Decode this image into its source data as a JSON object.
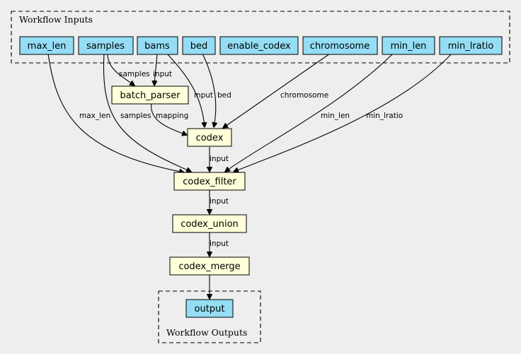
{
  "clusters": {
    "inputs_title": "Workflow Inputs",
    "outputs_title": "Workflow Outputs"
  },
  "colors": {
    "background": "#eeeeee",
    "input_fill": "#94ddf4",
    "step_fill": "#ffffd9",
    "output_fill": "#94ddf4"
  },
  "nodes": {
    "max_len": "max_len",
    "samples": "samples",
    "bams": "bams",
    "bed": "bed",
    "enable_codex": "enable_codex",
    "chromosome": "chromosome",
    "min_len": "min_len",
    "min_lratio": "min_lratio",
    "batch_parser": "batch_parser",
    "codex": "codex",
    "codex_filter": "codex_filter",
    "codex_union": "codex_union",
    "codex_merge": "codex_merge",
    "output": "output"
  },
  "edge_labels": {
    "samples_batch_parser": "samples",
    "bams_batch_parser": "input",
    "bams_codex": "input",
    "bed_codex": "bed",
    "chromosome_codex": "chromosome",
    "batch_parser_codex": "mapping",
    "max_len_filter": "max_len",
    "samples_filter": "samples",
    "min_len_filter": "min_len",
    "min_lratio_filter": "min_lratio",
    "codex_filter": "input",
    "filter_union": "input",
    "union_merge": "input"
  }
}
